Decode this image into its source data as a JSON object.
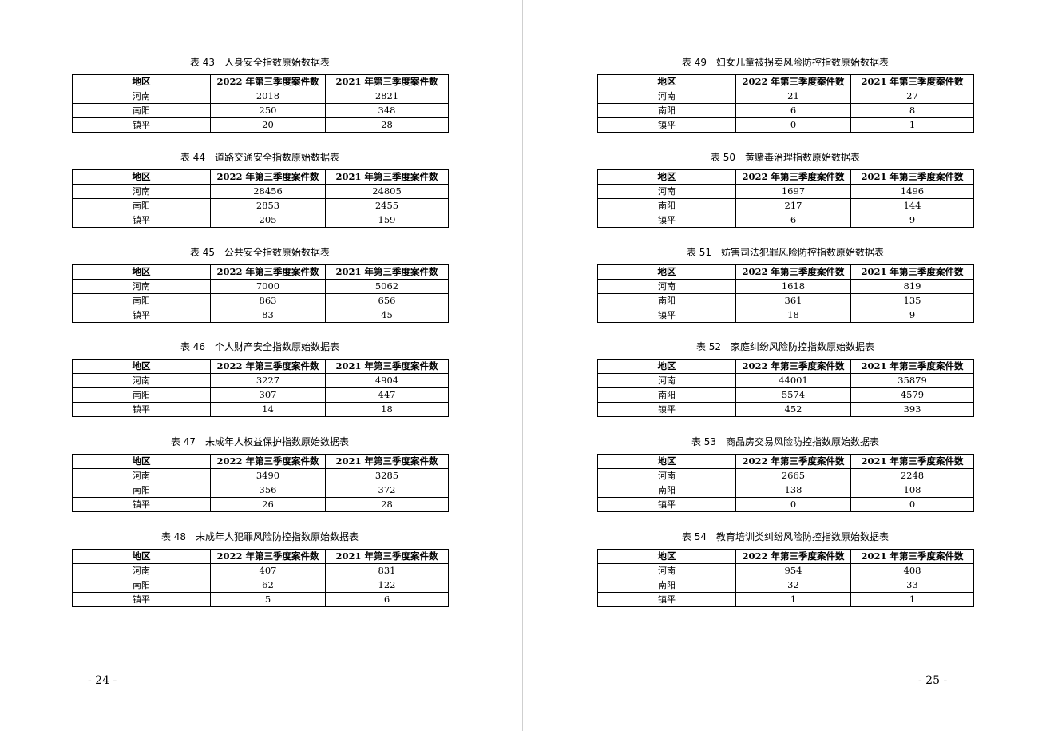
{
  "columns": {
    "region": "地区",
    "y2022": "2022 年第三季度案件数",
    "y2021": "2021 年第三季度案件数"
  },
  "pages": [
    {
      "page_number": "- 24 -",
      "tables": [
        {
          "no": "表 43",
          "title": "人身安全指数原始数据表",
          "rows": [
            {
              "region": "河南",
              "y2022": "2018",
              "y2021": "2821"
            },
            {
              "region": "南阳",
              "y2022": "250",
              "y2021": "348"
            },
            {
              "region": "镇平",
              "y2022": "20",
              "y2021": "28"
            }
          ]
        },
        {
          "no": "表 44",
          "title": "道路交通安全指数原始数据表",
          "rows": [
            {
              "region": "河南",
              "y2022": "28456",
              "y2021": "24805"
            },
            {
              "region": "南阳",
              "y2022": "2853",
              "y2021": "2455"
            },
            {
              "region": "镇平",
              "y2022": "205",
              "y2021": "159"
            }
          ]
        },
        {
          "no": "表 45",
          "title": "公共安全指数原始数据表",
          "rows": [
            {
              "region": "河南",
              "y2022": "7000",
              "y2021": "5062"
            },
            {
              "region": "南阳",
              "y2022": "863",
              "y2021": "656"
            },
            {
              "region": "镇平",
              "y2022": "83",
              "y2021": "45"
            }
          ]
        },
        {
          "no": "表 46",
          "title": "个人财产安全指数原始数据表",
          "rows": [
            {
              "region": "河南",
              "y2022": "3227",
              "y2021": "4904"
            },
            {
              "region": "南阳",
              "y2022": "307",
              "y2021": "447"
            },
            {
              "region": "镇平",
              "y2022": "14",
              "y2021": "18"
            }
          ]
        },
        {
          "no": "表 47",
          "title": "未成年人权益保护指数原始数据表",
          "rows": [
            {
              "region": "河南",
              "y2022": "3490",
              "y2021": "3285"
            },
            {
              "region": "南阳",
              "y2022": "356",
              "y2021": "372"
            },
            {
              "region": "镇平",
              "y2022": "26",
              "y2021": "28"
            }
          ]
        },
        {
          "no": "表 48",
          "title": "未成年人犯罪风险防控指数原始数据表",
          "rows": [
            {
              "region": "河南",
              "y2022": "407",
              "y2021": "831"
            },
            {
              "region": "南阳",
              "y2022": "62",
              "y2021": "122"
            },
            {
              "region": "镇平",
              "y2022": "5",
              "y2021": "6"
            }
          ]
        }
      ]
    },
    {
      "page_number": "- 25 -",
      "tables": [
        {
          "no": "表 49",
          "title": "妇女儿童被拐卖风险防控指数原始数据表",
          "rows": [
            {
              "region": "河南",
              "y2022": "21",
              "y2021": "27"
            },
            {
              "region": "南阳",
              "y2022": "6",
              "y2021": "8"
            },
            {
              "region": "镇平",
              "y2022": "0",
              "y2021": "1"
            }
          ]
        },
        {
          "no": "表 50",
          "title": "黄赌毒治理指数原始数据表",
          "rows": [
            {
              "region": "河南",
              "y2022": "1697",
              "y2021": "1496"
            },
            {
              "region": "南阳",
              "y2022": "217",
              "y2021": "144"
            },
            {
              "region": "镇平",
              "y2022": "6",
              "y2021": "9"
            }
          ]
        },
        {
          "no": "表 51",
          "title": "妨害司法犯罪风险防控指数原始数据表",
          "rows": [
            {
              "region": "河南",
              "y2022": "1618",
              "y2021": "819"
            },
            {
              "region": "南阳",
              "y2022": "361",
              "y2021": "135"
            },
            {
              "region": "镇平",
              "y2022": "18",
              "y2021": "9"
            }
          ]
        },
        {
          "no": "表 52",
          "title": "家庭纠纷风险防控指数原始数据表",
          "rows": [
            {
              "region": "河南",
              "y2022": "44001",
              "y2021": "35879"
            },
            {
              "region": "南阳",
              "y2022": "5574",
              "y2021": "4579"
            },
            {
              "region": "镇平",
              "y2022": "452",
              "y2021": "393"
            }
          ]
        },
        {
          "no": "表 53",
          "title": "商品房交易风险防控指数原始数据表",
          "rows": [
            {
              "region": "河南",
              "y2022": "2665",
              "y2021": "2248"
            },
            {
              "region": "南阳",
              "y2022": "138",
              "y2021": "108"
            },
            {
              "region": "镇平",
              "y2022": "0",
              "y2021": "0"
            }
          ]
        },
        {
          "no": "表 54",
          "title": "教育培训类纠纷风险防控指数原始数据表",
          "rows": [
            {
              "region": "河南",
              "y2022": "954",
              "y2021": "408"
            },
            {
              "region": "南阳",
              "y2022": "32",
              "y2021": "33"
            },
            {
              "region": "镇平",
              "y2022": "1",
              "y2021": "1"
            }
          ]
        }
      ]
    }
  ]
}
